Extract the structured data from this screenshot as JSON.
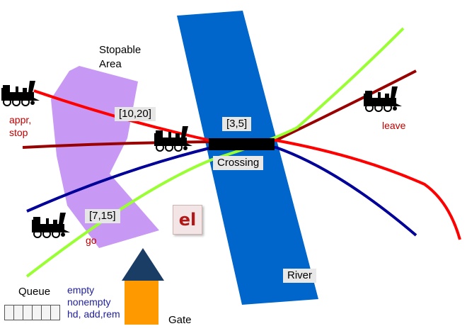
{
  "labels": {
    "stopable_area": "Stopable\nArea",
    "approach_stop": "appr,\nstop",
    "leave": "leave",
    "go": "go",
    "river": "River",
    "crossing": "Crossing",
    "gate": "Gate",
    "queue": "Queue",
    "queue_ops": "empty\nnonempty\nhd, add,rem",
    "el": "el"
  },
  "intervals": {
    "stop_area": "[10,20]",
    "crossing": "[3,5]",
    "go": "[7,15]"
  },
  "icons": {
    "train": "steam-locomotive-icon",
    "gate": "house-gate-icon",
    "queue": "queue-cells-icon"
  },
  "queue_cells": 6,
  "colors": {
    "river": "#0066cc",
    "stop_area": "#c899f4",
    "track_red": "#ff0000",
    "track_darkred": "#990000",
    "track_navy": "#000099",
    "track_green": "#99ff33",
    "crossing": "#000000",
    "gate_roof": "#1a3d66",
    "gate_body": "#ff9900"
  }
}
